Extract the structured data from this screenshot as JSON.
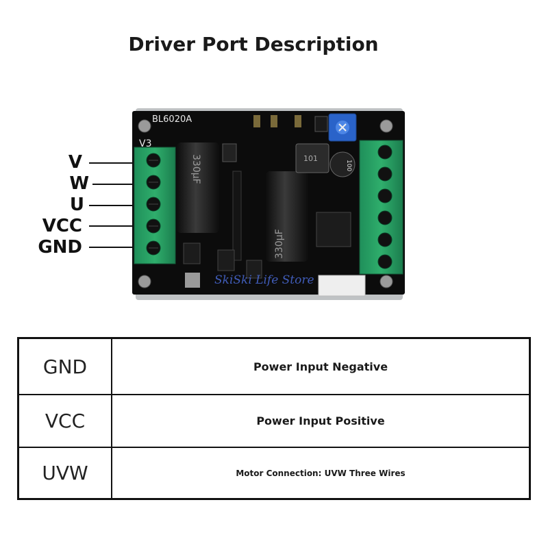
{
  "title": "Driver Port Description",
  "board": {
    "model": "BL6020A",
    "version": "V3",
    "cap_label": "330µF",
    "small_cap_label": "100",
    "inductor_label": "101",
    "watermark": "SkiSki Life Store"
  },
  "port_labels": [
    "V",
    "W",
    "U",
    "VCC",
    "GND"
  ],
  "table": {
    "rows": [
      {
        "key": "GND",
        "value": "Power Input Negative"
      },
      {
        "key": "VCC",
        "value": "Power Input Positive"
      },
      {
        "key": "UVW",
        "value": "Motor Connection: UVW Three Wires"
      }
    ]
  }
}
